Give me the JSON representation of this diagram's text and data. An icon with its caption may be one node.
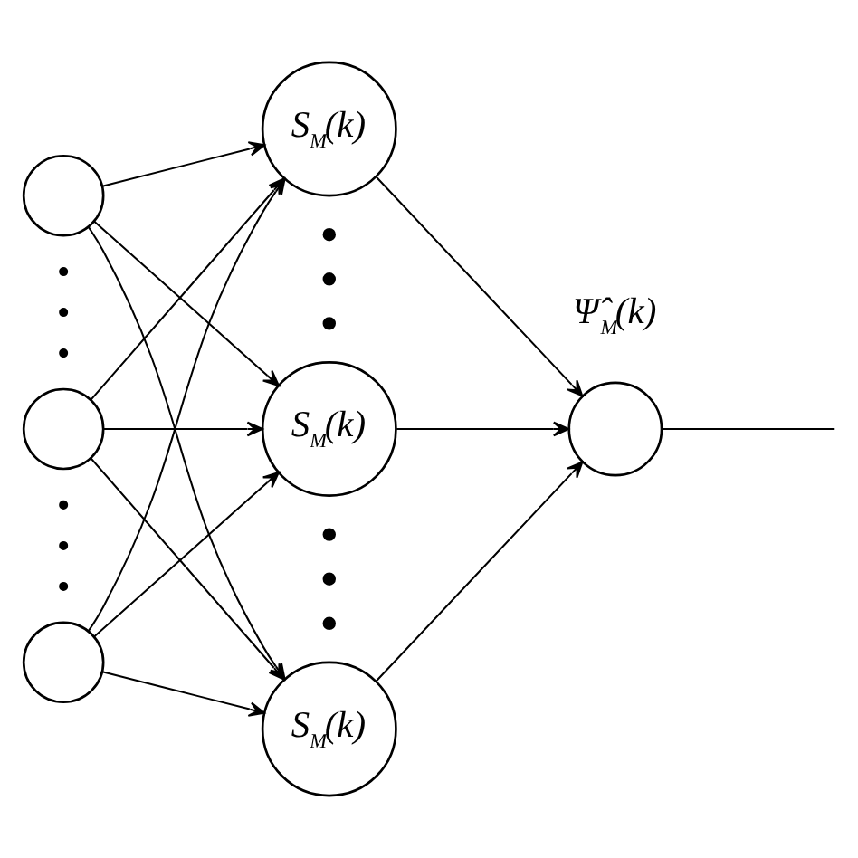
{
  "diagram": {
    "nodes": [
      {
        "text": [],
        "shape": "circle"
      },
      {
        "text": [],
        "shape": "circle"
      },
      {
        "text": [],
        "shape": "circle"
      },
      {
        "text": [
          "S$_{M}$(k)"
        ]
      },
      {
        "text": [
          "S$_{M}$(k)"
        ]
      },
      {
        "text": [
          "S$_{M}$(k)"
        ]
      },
      {
        "text": [],
        "shape": "circle"
      }
    ],
    "edges": [
      {
        "from": 0,
        "to": 3,
        "arrow": "to"
      },
      {
        "from": 0,
        "to": 4,
        "arrow": "to"
      },
      {
        "from": 0,
        "to": 5,
        "arrow": "to"
      },
      {
        "from": 1,
        "to": 3,
        "arrow": "to"
      },
      {
        "from": 1,
        "to": 4,
        "arrow": "to"
      },
      {
        "from": 1,
        "to": 5,
        "arrow": "to"
      },
      {
        "from": 2,
        "to": 3,
        "arrow": "to"
      },
      {
        "from": 2,
        "to": 4,
        "arrow": "to"
      },
      {
        "from": 2,
        "to": 5,
        "arrow": "to"
      },
      {
        "from": 3,
        "to": 6,
        "arrow": "to"
      },
      {
        "from": 4,
        "to": 6,
        "arrow": "to"
      },
      {
        "from": 5,
        "to": 6,
        "arrow": "to"
      },
      {
        "from": 6,
        "to": null,
        "arrow": "none"
      }
    ],
    "labels": [
      "Ψ̂$_{M}$(k)"
    ]
  }
}
